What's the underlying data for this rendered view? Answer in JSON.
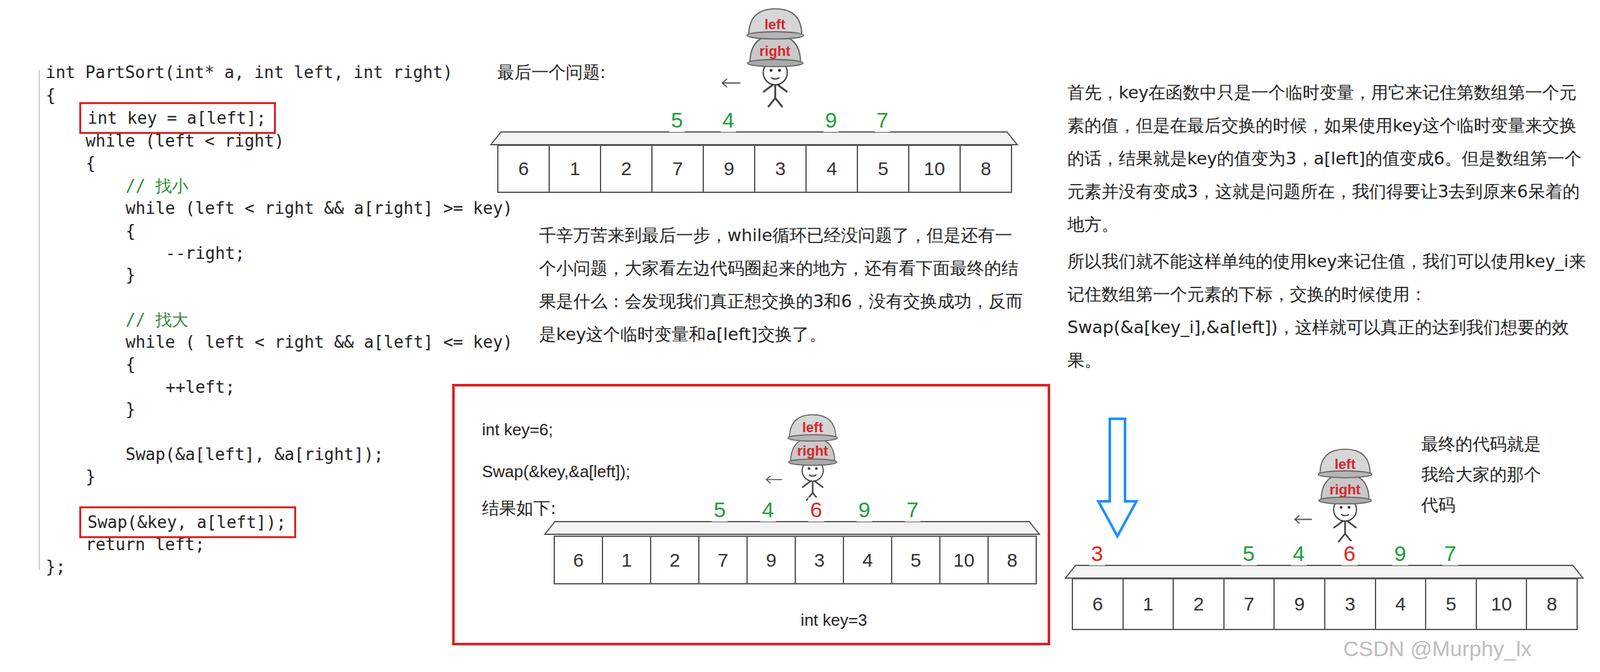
{
  "diagram": {
    "nodes": [
      {
        "text": [
          "int key = a[left];"
        ]
      },
      {
        "text": [
          "Swap(&key, a[left]);"
        ]
      },
      {
        "text": [
          "6"
        ]
      },
      {
        "text": [
          "1"
        ]
      },
      {
        "text": [
          "2"
        ]
      },
      {
        "text": [
          "7"
        ]
      },
      {
        "text": [
          "9"
        ]
      },
      {
        "text": [
          "3"
        ]
      },
      {
        "text": [
          "4"
        ]
      },
      {
        "text": [
          "5"
        ]
      },
      {
        "text": [
          "10"
        ]
      },
      {
        "text": [
          "8"
        ]
      },
      {
        "text": [
          "int key=6;",
          "Swap(&key,&a[left]);",
          "结果如下:",
          "int key=3"
        ]
      },
      {
        "text": [
          "6"
        ],
        "in": 12
      },
      {
        "text": [
          "1"
        ],
        "in": 12
      },
      {
        "text": [
          "2"
        ],
        "in": 12
      },
      {
        "text": [
          "7"
        ],
        "in": 12
      },
      {
        "text": [
          "9"
        ],
        "in": 12
      },
      {
        "text": [
          "3"
        ],
        "in": 12
      },
      {
        "text": [
          "4"
        ],
        "in": 12
      },
      {
        "text": [
          "5"
        ],
        "in": 12
      },
      {
        "text": [
          "10"
        ],
        "in": 12
      },
      {
        "text": [
          "8"
        ],
        "in": 12
      },
      {
        "text": [
          "6"
        ]
      },
      {
        "text": [
          "1"
        ]
      },
      {
        "text": [
          "2"
        ]
      },
      {
        "text": [
          "7"
        ]
      },
      {
        "text": [
          "9"
        ]
      },
      {
        "text": [
          "3"
        ]
      },
      {
        "text": [
          "4"
        ]
      },
      {
        "text": [
          "5"
        ]
      },
      {
        "text": [
          "10"
        ]
      },
      {
        "text": [
          "8"
        ]
      }
    ],
    "labels": [
      "int PartSort(int* a, int left, int right)",
      "{",
      "while (left < right)",
      "{",
      "// 找小",
      "while (left < right && a[right] >= key)",
      "{",
      "--right;",
      "}",
      "// 找大",
      "while ( left < right && a[left] <= key)",
      "{",
      "++left;",
      "}",
      "Swap(&a[left], &a[right]);",
      "}",
      "return left;",
      "};",
      "最后一个问题:",
      "left",
      "right",
      "5",
      "4",
      "9",
      "7",
      "千辛万苦来到最后一步，while循环已经没问题了，但是还有一个小问题，大家看左边代码圈起来的地方，还有看下面最终的结果是什么：会发现我们真正想交换的3和6，没有交换成功，反而是key这个临时变量和a[left]交换了。",
      "left",
      "right",
      "5",
      "4",
      "6",
      "9",
      "7",
      "首先，key在函数中只是一个临时变量，用它来记住第数组第一个元素的值，但是在最后交换的时候，如果使用key这个临时变量来交换的话，结果就是key的值变为3，a[left]的值变成6。但是数组第一个元素并没有变成3，这就是问题所在，我们得要让3去到原来6呆着的地方。",
      "所以我们就不能这样单纯的使用key来记住值，我们可以使用key_i来记住数组第一个元素的下标，交换的时候使用：Swap(&a[key_i],&a[left])，这样就可以真正的达到我们想要的效果。",
      "最终的代码就是我给大家的那个代码",
      "left",
      "right",
      "3",
      "5",
      "4",
      "6",
      "9",
      "7",
      "CSDN @Murphy_lx"
    ]
  }
}
